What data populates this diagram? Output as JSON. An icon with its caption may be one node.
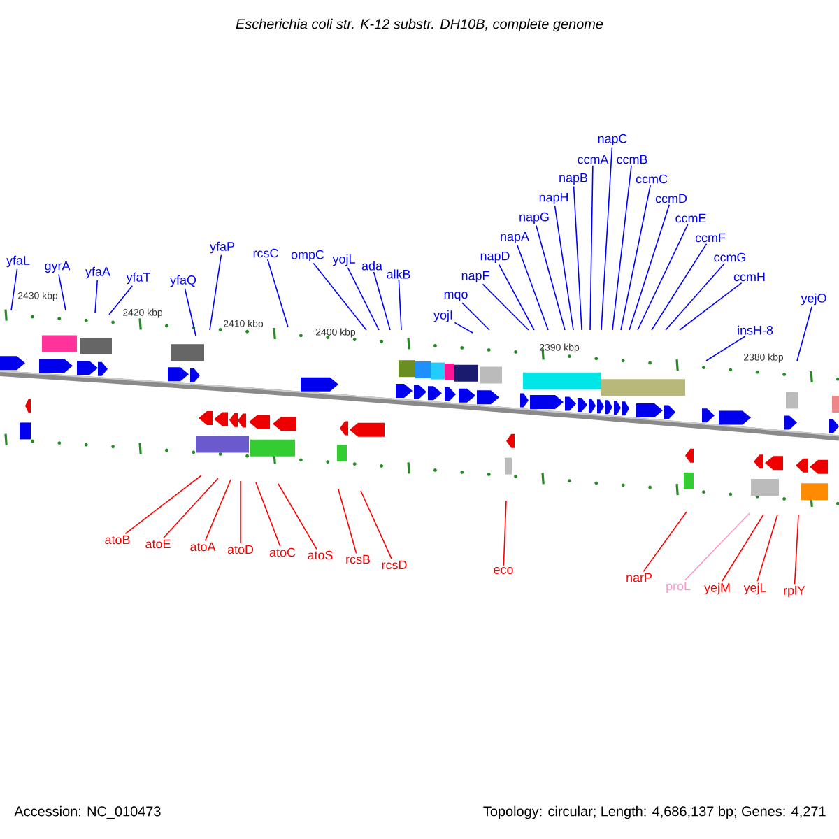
{
  "diagram": {
    "title": "Escherichia coli str. K-12 substr. DH10B, complete genome",
    "nodes": [
      {
        "text": [
          "yfaL"
        ]
      },
      {
        "text": [
          "gyrA"
        ]
      },
      {
        "text": [
          "yfaA"
        ]
      },
      {
        "text": [
          "yfaT"
        ]
      },
      {
        "text": [
          "yfaQ"
        ]
      },
      {
        "text": [
          "yfaP"
        ]
      },
      {
        "text": [
          "rcsC"
        ]
      },
      {
        "text": [
          "ompC"
        ]
      },
      {
        "text": [
          "yojL"
        ]
      },
      {
        "text": [
          "ada"
        ]
      },
      {
        "text": [
          "alkB"
        ]
      },
      {
        "text": [
          "yojI"
        ]
      },
      {
        "text": [
          "mqo"
        ]
      },
      {
        "text": [
          "napD"
        ]
      },
      {
        "text": [
          "napF"
        ]
      },
      {
        "text": [
          "napA"
        ]
      },
      {
        "text": [
          "napG"
        ]
      },
      {
        "text": [
          "napC"
        ]
      },
      {
        "text": [
          "ccmB"
        ]
      },
      {
        "text": [
          "ccmD"
        ]
      },
      {
        "text": [
          "ccmA"
        ]
      },
      {
        "text": [
          "ccmF"
        ]
      },
      {
        "text": [
          "napH"
        ]
      },
      {
        "text": [
          "napB"
        ]
      },
      {
        "text": [
          "ccmC"
        ]
      },
      {
        "text": [
          "ccmE"
        ]
      },
      {
        "text": [
          "ccmG"
        ]
      },
      {
        "text": [
          "ccmH"
        ]
      },
      {
        "text": [
          "insH-8"
        ]
      },
      {
        "text": [
          "yejO"
        ]
      },
      {
        "text": [
          "atoB"
        ]
      },
      {
        "text": [
          "atoE"
        ]
      },
      {
        "text": [
          "atoA"
        ]
      },
      {
        "text": [
          "atoD"
        ]
      },
      {
        "text": [
          "atoC"
        ]
      },
      {
        "text": [
          "atoS"
        ]
      },
      {
        "text": [
          "rcsB"
        ]
      },
      {
        "text": [
          "rcsD"
        ]
      },
      {
        "text": [
          "eco"
        ]
      },
      {
        "text": [
          "narP"
        ]
      },
      {
        "text": [
          "proL"
        ]
      },
      {
        "text": [
          "yejM"
        ]
      },
      {
        "text": [
          "yejL"
        ]
      },
      {
        "text": [
          "rplY"
        ]
      }
    ],
    "edges": [
      {
        "from": 0,
        "to": null,
        "arrow": "none"
      },
      {
        "from": 1,
        "to": null,
        "arrow": "none"
      },
      {
        "from": 2,
        "to": null,
        "arrow": "none"
      },
      {
        "from": 3,
        "to": null,
        "arrow": "none"
      },
      {
        "from": 4,
        "to": null,
        "arrow": "none"
      },
      {
        "from": 5,
        "to": null,
        "arrow": "none"
      },
      {
        "from": 6,
        "to": null,
        "arrow": "none"
      },
      {
        "from": 7,
        "to": null,
        "arrow": "none"
      },
      {
        "from": 8,
        "to": null,
        "arrow": "none"
      },
      {
        "from": 9,
        "to": null,
        "arrow": "none"
      },
      {
        "from": 10,
        "to": null,
        "arrow": "none"
      },
      {
        "from": 11,
        "to": null,
        "arrow": "none"
      },
      {
        "from": 12,
        "to": null,
        "arrow": "none"
      },
      {
        "from": 13,
        "to": null,
        "arrow": "none"
      },
      {
        "from": 14,
        "to": null,
        "arrow": "none"
      },
      {
        "from": 15,
        "to": null,
        "arrow": "none"
      },
      {
        "from": 16,
        "to": null,
        "arrow": "none"
      },
      {
        "from": 17,
        "to": null,
        "arrow": "none"
      },
      {
        "from": 18,
        "to": null,
        "arrow": "none"
      },
      {
        "from": 19,
        "to": null,
        "arrow": "none"
      },
      {
        "from": 20,
        "to": null,
        "arrow": "none"
      },
      {
        "from": 21,
        "to": null,
        "arrow": "none"
      },
      {
        "from": 22,
        "to": null,
        "arrow": "none"
      },
      {
        "from": 23,
        "to": null,
        "arrow": "none"
      },
      {
        "from": 24,
        "to": null,
        "arrow": "none"
      },
      {
        "from": 25,
        "to": null,
        "arrow": "none"
      },
      {
        "from": 26,
        "to": null,
        "arrow": "none"
      },
      {
        "from": 27,
        "to": null,
        "arrow": "none"
      },
      {
        "from": 28,
        "to": null,
        "arrow": "none"
      },
      {
        "from": 29,
        "to": null,
        "arrow": "none"
      },
      {
        "from": 30,
        "to": null,
        "arrow": "none",
        "color": "#ff0000"
      },
      {
        "from": 31,
        "to": null,
        "arrow": "none",
        "color": "#ff0000"
      },
      {
        "from": 32,
        "to": null,
        "arrow": "none",
        "color": "#ff0000"
      },
      {
        "from": 33,
        "to": null,
        "arrow": "none",
        "color": "#ff0000"
      },
      {
        "from": 34,
        "to": null,
        "arrow": "none",
        "color": "#ff0000"
      },
      {
        "from": 35,
        "to": null,
        "arrow": "none",
        "color": "#ff0000"
      },
      {
        "from": 36,
        "to": null,
        "arrow": "none",
        "color": "#ff0000"
      },
      {
        "from": 37,
        "to": null,
        "arrow": "none",
        "color": "#ff0000"
      },
      {
        "from": 38,
        "to": null,
        "arrow": "none",
        "color": "#ff0000"
      },
      {
        "from": 39,
        "to": null,
        "arrow": "none",
        "color": "#ff0000"
      },
      {
        "from": 40,
        "to": null,
        "arrow": "none",
        "color": "#ff99cc"
      },
      {
        "from": 41,
        "to": null,
        "arrow": "none",
        "color": "#ff0000"
      },
      {
        "from": 42,
        "to": null,
        "arrow": "none",
        "color": "#ff0000"
      },
      {
        "from": 43,
        "to": null,
        "arrow": "none",
        "color": "#ff0000"
      }
    ],
    "labels": [
      "2430 kbp",
      "2420 kbp",
      "2410 kbp",
      "2400 kbp",
      "2390 kbp",
      "2380 kbp",
      "Accession: NC_010473",
      "Topology: circular; Length: 4,686,137 bp; Genes: 4,271"
    ]
  }
}
